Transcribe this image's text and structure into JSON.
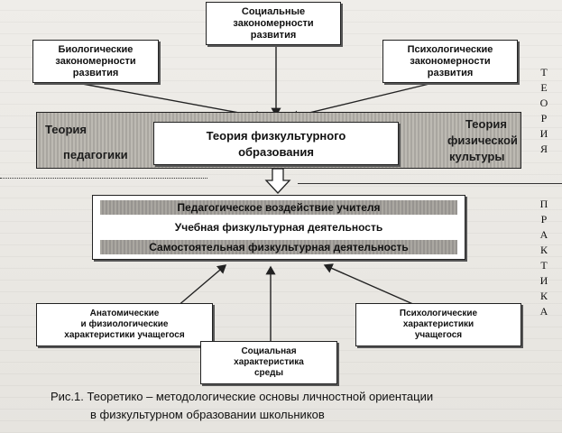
{
  "boxes": {
    "social_laws": [
      "Социальные",
      "закономерности",
      "развития"
    ],
    "bio_laws": [
      "Биологические",
      "закономерности",
      "развития"
    ],
    "psych_laws": [
      "Психологические",
      "закономерности",
      "развития"
    ],
    "anatomical": [
      "Анатомические",
      "и физиологические",
      "характеристики учащегося"
    ],
    "social_char": [
      "Социальная",
      "характеристика",
      "среды"
    ],
    "psych_char": [
      "Психологические",
      "характеристики",
      "учащегося"
    ]
  },
  "theory_band": {
    "left_label_1": "Теория",
    "left_label_2": "педагогики",
    "right_label_1": "Теория",
    "right_label_2": "физической",
    "right_label_3": "культуры",
    "center_1": "Теория физкультурного",
    "center_2": "образования"
  },
  "practice": {
    "line1": "Педагогическое воздействие учителя",
    "line2": "Учебная физкультурная деятельность",
    "line3": "Самостоятельная физкультурная деятельность"
  },
  "side_labels": {
    "theory": [
      "Т",
      "Е",
      "О",
      "Р",
      "И",
      "Я"
    ],
    "practice": [
      "П",
      "Р",
      "А",
      "К",
      "Т",
      "И",
      "К",
      "А"
    ]
  },
  "caption": {
    "line1": "Рис.1. Теоретико – методологические основы личностной ориентации",
    "line2": "в физкультурном образовании школьников"
  }
}
